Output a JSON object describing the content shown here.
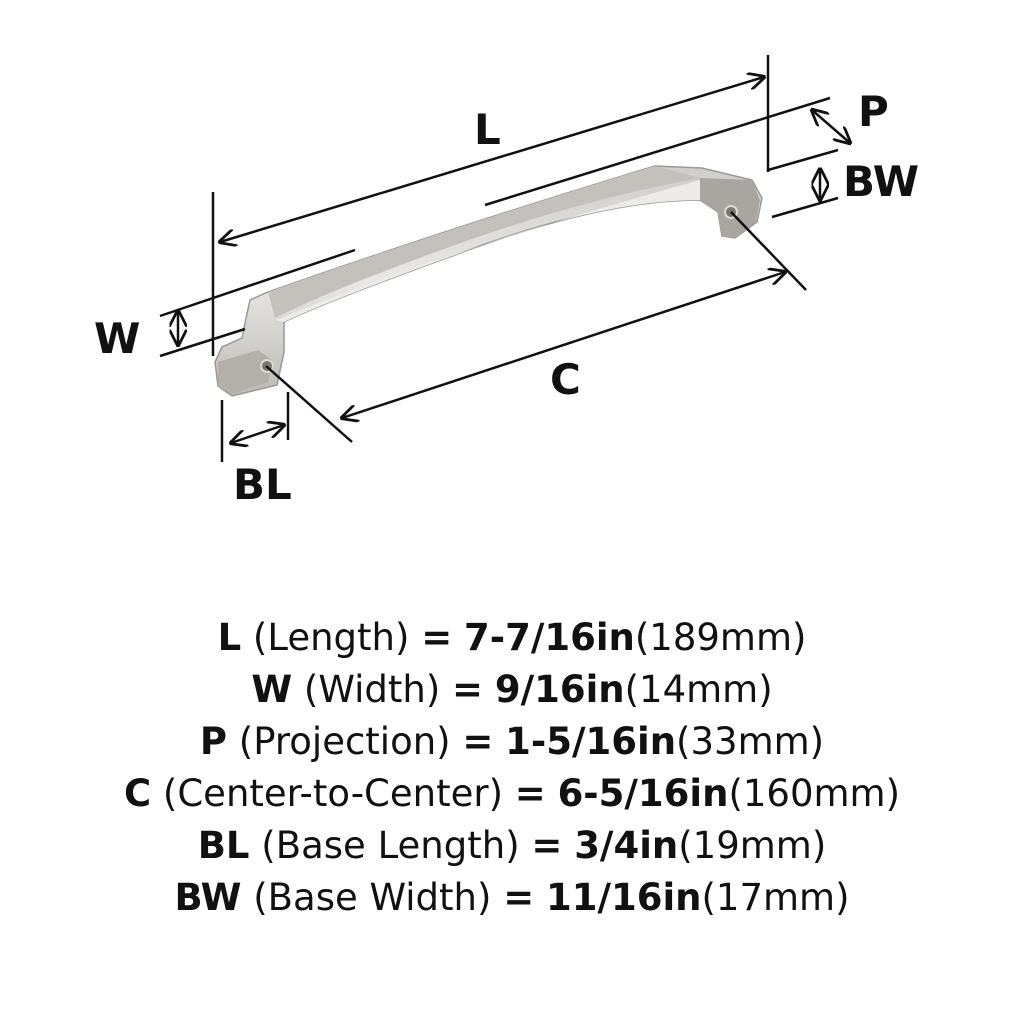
{
  "colors": {
    "ink": "#111111",
    "metal_light": "#d8d6d3",
    "metal_mid": "#b9b6b2",
    "metal_dark": "#8f8b87"
  },
  "dimension_labels": {
    "L": "L",
    "W": "W",
    "P": "P",
    "BW": "BW",
    "C": "C",
    "BL": "BL"
  },
  "specs": [
    {
      "code": "L",
      "name": "(Length)",
      "eq": "=",
      "inch": "7-7/16in",
      "mm": "(189mm)"
    },
    {
      "code": "W",
      "name": "(Width)",
      "eq": "=",
      "inch": "9/16in",
      "mm": "(14mm)"
    },
    {
      "code": "P",
      "name": "(Projection)",
      "eq": "=",
      "inch": "1-5/16in",
      "mm": "(33mm)"
    },
    {
      "code": "C",
      "name": "(Center-to-Center)",
      "eq": "=",
      "inch": "6-5/16in",
      "mm": "(160mm)"
    },
    {
      "code": "BL",
      "name": "(Base Length)",
      "eq": "=",
      "inch": "3/4in",
      "mm": "(19mm)"
    },
    {
      "code": "BW",
      "name": "(Base Width)",
      "eq": "=",
      "inch": "11/16in",
      "mm": "(17mm)"
    }
  ]
}
